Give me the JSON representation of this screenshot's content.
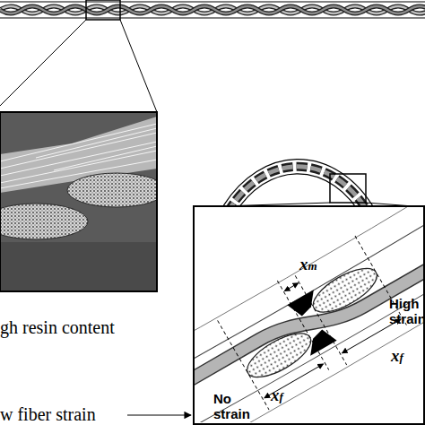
{
  "diagram": {
    "labels": [
      "gh resin content",
      "w fiber strain",
      "High strain",
      "xm",
      "xf",
      "No strain",
      "xf"
    ]
  }
}
